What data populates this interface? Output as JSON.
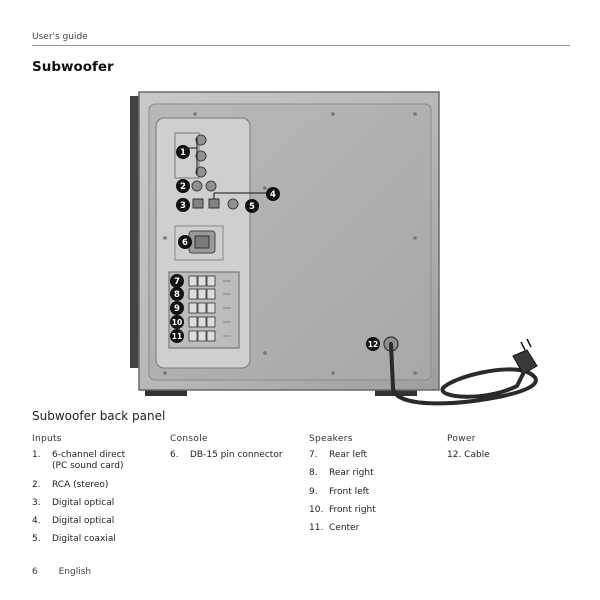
{
  "header": {
    "running_head": "User's guide"
  },
  "section": {
    "title": "Subwoofer"
  },
  "figure": {
    "caption": "Subwoofer back panel",
    "callouts": [
      "1",
      "2",
      "3",
      "4",
      "5",
      "6",
      "7",
      "8",
      "9",
      "10",
      "11",
      "12"
    ]
  },
  "columns": [
    {
      "heading": "Inputs",
      "items": [
        {
          "num": "1.",
          "text": "6-channel direct\n(PC sound card)"
        },
        {
          "num": "2.",
          "text": "RCA (stereo)"
        },
        {
          "num": "3.",
          "text": "Digital optical"
        },
        {
          "num": "4.",
          "text": "Digital optical"
        },
        {
          "num": "5.",
          "text": "Digital coaxial"
        }
      ]
    },
    {
      "heading": "Console",
      "items": [
        {
          "num": "6.",
          "text": "DB-15 pin connector"
        }
      ]
    },
    {
      "heading": "Speakers",
      "items": [
        {
          "num": "7.",
          "text": "Rear left"
        },
        {
          "num": "8.",
          "text": "Rear right"
        },
        {
          "num": "9.",
          "text": "Front left"
        },
        {
          "num": "10.",
          "text": "Front right"
        },
        {
          "num": "11.",
          "text": "Center"
        }
      ]
    },
    {
      "heading": "Power",
      "items": [
        {
          "num": "",
          "text": "12. Cable"
        }
      ]
    }
  ],
  "footer": {
    "page_number": "6",
    "language": "English"
  }
}
